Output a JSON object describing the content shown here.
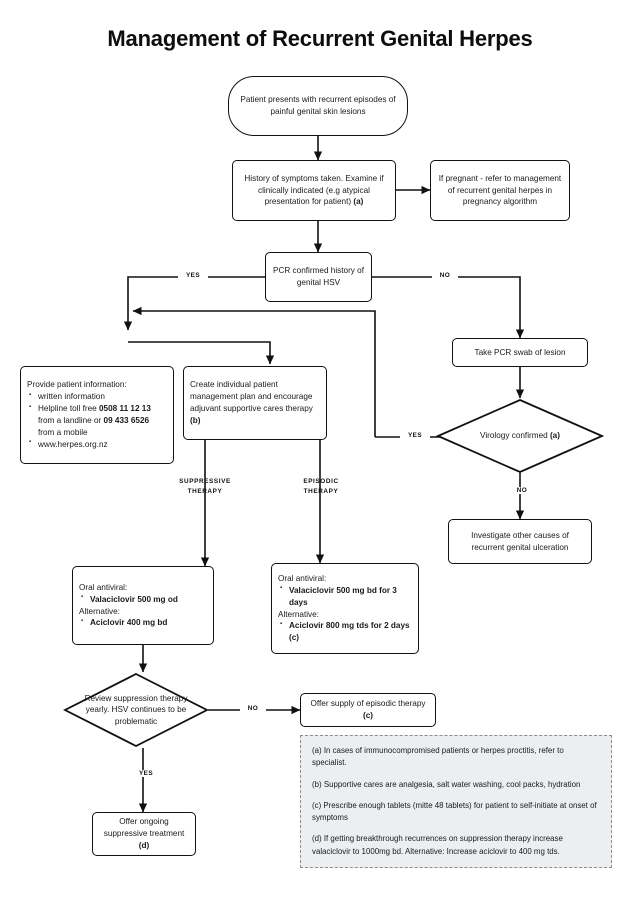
{
  "title": "Management of Recurrent Genital Herpes",
  "nodes": {
    "start": "Patient presents with recurrent episodes of painful genital skin lesions",
    "history_line1": "History of symptoms taken. Examine if clinically indicated (e.g atypical presentation for patient) ",
    "history_bold": "(a)",
    "pregnant": "If pregnant - refer to management of recurrent genital herpes in pregnancy algorithm",
    "pcr_decision": "PCR confirmed history of genital HSV",
    "provide_heading": "Provide patient information:",
    "provide_items": [
      "written information",
      "Helpline toll free 0508 11 12 13 from a landline or 09 433 6526 from a mobile",
      "www.herpes.org.nz"
    ],
    "provide_item_1": "written information",
    "provide_item_2_a": "Helpline toll free ",
    "provide_item_2_b": "0508 11 12 13",
    "provide_item_2_c": " from a landline or ",
    "provide_item_2_d": "09 433 6526",
    "provide_item_2_e": " from a mobile",
    "provide_item_3": "www.herpes.org.nz",
    "create_plan": "Create individual patient management plan and encourage adjuvant supportive cares therapy ",
    "create_plan_bold": "(b)",
    "take_swab": "Take PCR swab of lesion",
    "virology": "Virology confirmed ",
    "virology_bold": "(a)",
    "investigate": "Investigate other causes of recurrent genital ulceration",
    "suppressive_antiviral_heading": "Oral antiviral:",
    "suppressive_antiviral_item": "Valaciclovir 500 mg od",
    "suppressive_alt_heading": "Alternative:",
    "suppressive_alt_item": "Aciclovir 400 mg bd",
    "episodic_antiviral_heading": "Oral antiviral:",
    "episodic_antiviral_item": "Valaciclovir 500 mg bd for 3 days",
    "episodic_alt_heading": "Alternative:",
    "episodic_alt_item": "Aciclovir 800 mg tds for 2 days  (c)",
    "review": "Review suppression therapy yearly. HSV continues to be problematic",
    "offer_episodic": "Offer supply of episodic therapy  ",
    "offer_episodic_bold": "(c)",
    "offer_suppressive": "Offer ongoing suppressive treatment ",
    "offer_suppressive_bold": "(d)"
  },
  "edge_labels": {
    "pcr_yes": "YES",
    "pcr_no": "NO",
    "virology_yes": "YES",
    "virology_no": "NO",
    "review_no": "NO",
    "review_yes": "YES"
  },
  "branch_labels": {
    "suppressive_line1": "SUPPRESSIVE",
    "suppressive_line2": "THERAPY",
    "episodic_line1": "EPISODIC",
    "episodic_line2": "THERAPY"
  },
  "footnotes": {
    "a": "(a) In cases of immunocompromised patients or herpes proctitis, refer to specialist.",
    "b": "(b) Supportive cares are analgesia, salt water washing, cool packs, hydration",
    "c": "(c) Prescribe enough tablets (mitte 48 tablets) for patient to self-initiate at onset of symptoms",
    "d": "(d) If getting breakthrough recurrences on suppression therapy increase valaciclovir to 1000mg bd. Alternative: Increase aciclovir  to 400 mg tds."
  },
  "colors": {
    "stroke": "#111111",
    "text": "#1a1a1a",
    "footnote_bg": "#eceef0",
    "footnote_border": "#8d8d8d"
  }
}
